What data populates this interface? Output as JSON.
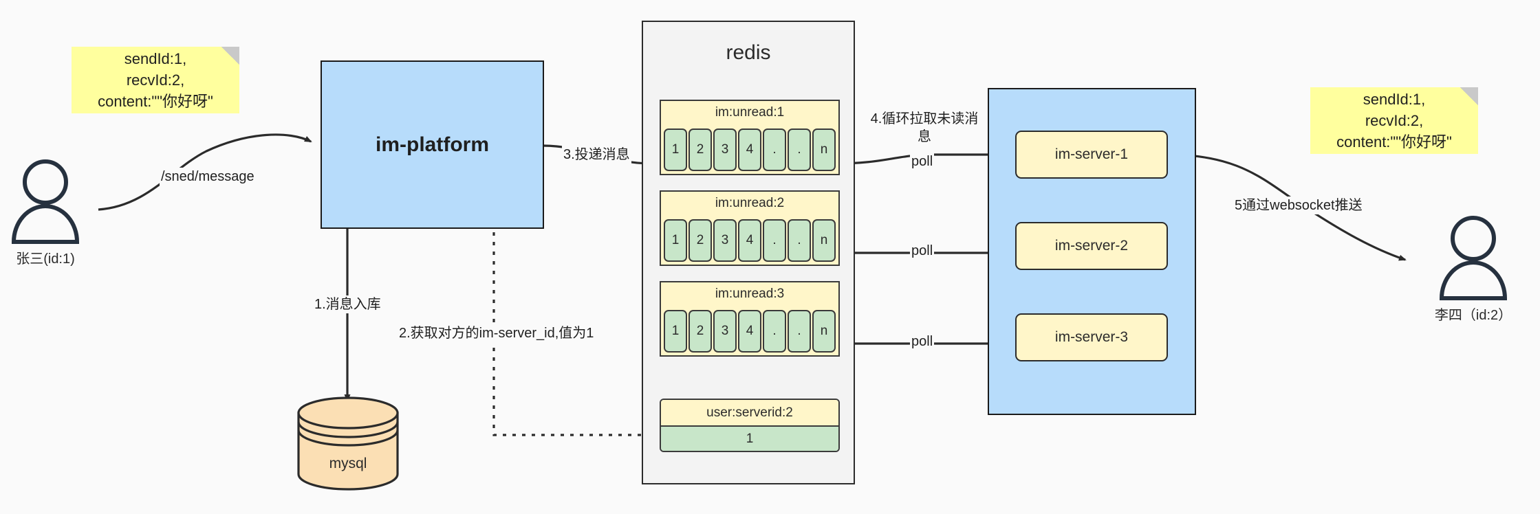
{
  "diagram": {
    "title": "IM message delivery architecture",
    "background": "#fafafa",
    "colors": {
      "note_yellow": "#ffff9e",
      "blue_fill": "#b7dcfb",
      "green_fill": "#c8e6c9",
      "yellow_fill": "#fff6c9",
      "orange_fill": "#fbdfb4",
      "stroke": "#2b2b2b"
    }
  },
  "notes": {
    "left": "sendId:1,\nrecvId:2,\ncontent:\"\"你好呀\"",
    "right": "sendId:1,\nrecvId:2,\ncontent:\"\"你好呀\""
  },
  "actors": {
    "sender": {
      "label": "张三(id:1)",
      "icon": "user-icon"
    },
    "receiver": {
      "label": "李四（id:2）",
      "icon": "user-icon"
    }
  },
  "platform": {
    "label": "im-platform"
  },
  "database": {
    "label": "mysql",
    "icon": "database-cylinder-icon"
  },
  "redis": {
    "title": "redis",
    "queues": [
      {
        "key": "im:unread:1",
        "cells": [
          "1",
          "2",
          "3",
          "4",
          ".",
          ".",
          "n"
        ]
      },
      {
        "key": "im:unread:2",
        "cells": [
          "1",
          "2",
          "3",
          "4",
          ".",
          ".",
          "n"
        ]
      },
      {
        "key": "im:unread:3",
        "cells": [
          "1",
          "2",
          "3",
          "4",
          ".",
          ".",
          "n"
        ]
      }
    ],
    "kv": {
      "key": "user:serverid:2",
      "value": "1"
    }
  },
  "cluster": {
    "servers": [
      {
        "label": "im-server-1"
      },
      {
        "label": "im-server-2"
      },
      {
        "label": "im-server-3"
      }
    ]
  },
  "edges": {
    "send_message": "/sned/message",
    "step1": "1.消息入库",
    "step2": "2.获取对方的im-server_id,值为1",
    "step3": "3.投递消息",
    "step4": "4.循环拉取未读消\n息",
    "step5": "5通过websocket推送",
    "poll1": "poll",
    "poll2": "poll",
    "poll3": "poll"
  }
}
